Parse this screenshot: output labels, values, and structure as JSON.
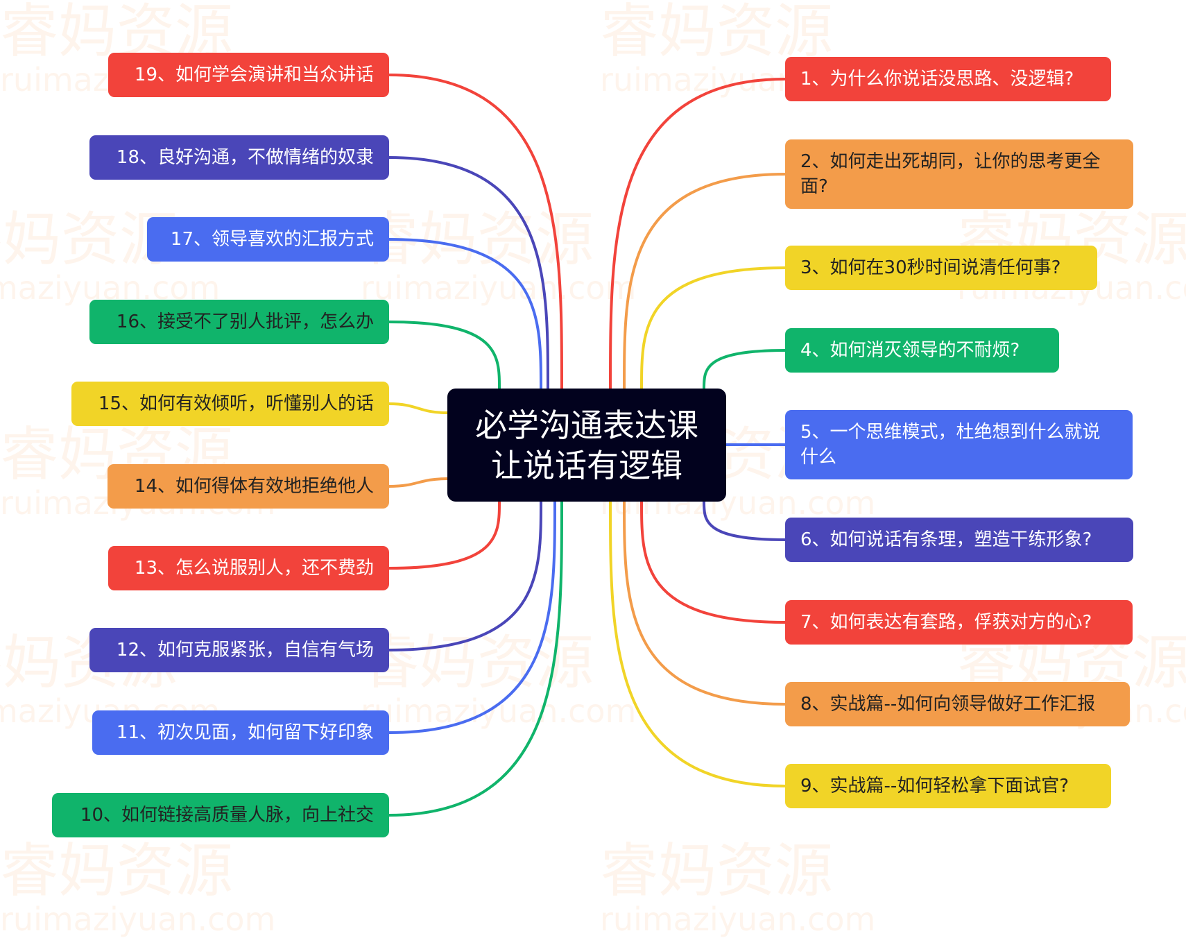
{
  "center": {
    "line1": "必学沟通表达课",
    "line2": "让说话有逻辑"
  },
  "watermark": {
    "cn": "睿妈资源",
    "en": "ruimaziyuan.com"
  },
  "colors": {
    "red": "#f2433b",
    "orange": "#f39c4a",
    "yellow": "#f1d427",
    "green": "#10b46b",
    "blue": "#4a6cf0",
    "indigo": "#4a46b8",
    "center": "#02021e"
  },
  "right_items": [
    {
      "label": "1、为什么你说话没思路、没逻辑?",
      "color": "red"
    },
    {
      "label": "2、如何走出死胡同，让你的思考更全面?",
      "color": "orange"
    },
    {
      "label": "3、如何在30秒时间说清任何事?",
      "color": "yellow"
    },
    {
      "label": "4、如何消灭领导的不耐烦?",
      "color": "green"
    },
    {
      "label": "5、一个思维模式，杜绝想到什么就说什么",
      "color": "blue"
    },
    {
      "label": "6、如何说话有条理，塑造干练形象?",
      "color": "indigo"
    },
    {
      "label": "7、如何表达有套路，俘获对方的心?",
      "color": "red"
    },
    {
      "label": "8、实战篇--如何向领导做好工作汇报",
      "color": "orange"
    },
    {
      "label": "9、实战篇--如何轻松拿下面试官?",
      "color": "yellow"
    }
  ],
  "left_items": [
    {
      "label": "19、如何学会演讲和当众讲话",
      "color": "red"
    },
    {
      "label": "18、良好沟通，不做情绪的奴隶",
      "color": "indigo"
    },
    {
      "label": "17、领导喜欢的汇报方式",
      "color": "blue"
    },
    {
      "label": "16、接受不了别人批评，怎么办",
      "color": "green"
    },
    {
      "label": "15、如何有效倾听，听懂别人的话",
      "color": "yellow"
    },
    {
      "label": "14、如何得体有效地拒绝他人",
      "color": "orange"
    },
    {
      "label": "13、怎么说服别人，还不费劲",
      "color": "red"
    },
    {
      "label": "12、如何克服紧张，自信有气场",
      "color": "indigo"
    },
    {
      "label": "11、初次见面，如何留下好印象",
      "color": "blue"
    },
    {
      "label": "10、如何链接高质量人脉，向上社交",
      "color": "green"
    }
  ]
}
